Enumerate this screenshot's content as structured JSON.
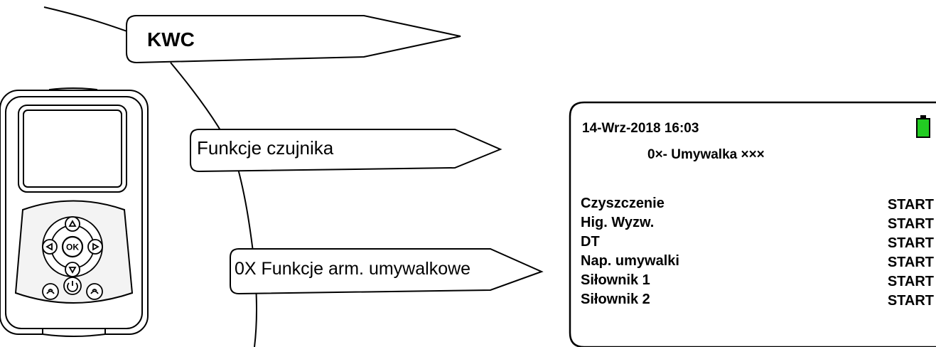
{
  "menu_path": {
    "level1_label": "KWC",
    "level2_label": "Funkcje czujnika",
    "level3_label": "0X Funkcje arm. umywalkowe"
  },
  "remote": {
    "ok_button_label": "OK",
    "icons": [
      "arrow-up-icon",
      "arrow-down-icon",
      "arrow-left-icon",
      "arrow-right-icon",
      "power-icon",
      "infrared-icon",
      "wireless-icon"
    ]
  },
  "lcd": {
    "datetime": "14-Wrz-2018 16:03",
    "device_line": "0×- Umywalka ×××",
    "battery_color": "#22cc22",
    "items": [
      {
        "label": "Czyszczenie",
        "action": "START"
      },
      {
        "label": "Hig. Wyzw.",
        "action": "START"
      },
      {
        "label": "DT",
        "action": "START"
      },
      {
        "label": "Nap. umywalki",
        "action": "START"
      },
      {
        "label": "Siłownik 1",
        "action": "START"
      },
      {
        "label": "Siłownik 2",
        "action": "START"
      }
    ]
  }
}
